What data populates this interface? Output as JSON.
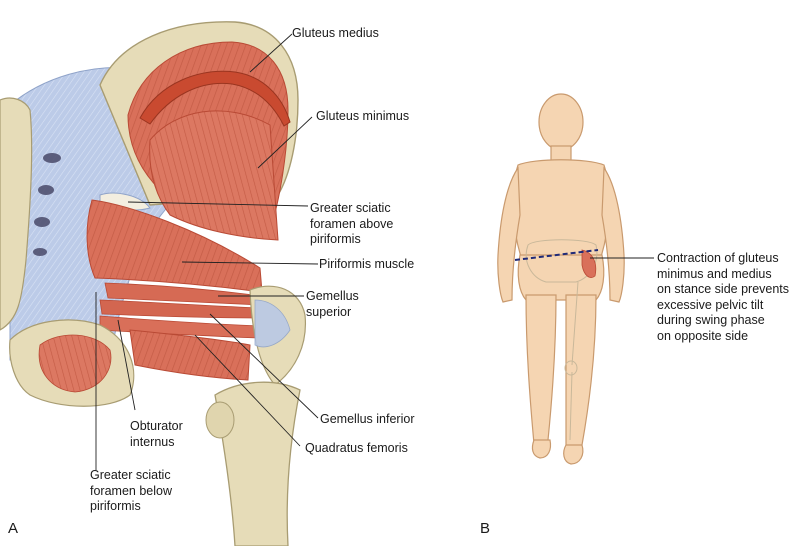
{
  "panels": {
    "a": {
      "letter": "A"
    },
    "b": {
      "letter": "B"
    }
  },
  "labels_a": {
    "gluteus_medius": "Gluteus medius",
    "gluteus_minimus": "Gluteus minimus",
    "foramen_above": [
      "Greater sciatic",
      "foramen above",
      "piriformis"
    ],
    "piriformis_muscle": "Piriformis muscle",
    "gemellus_superior": [
      "Gemellus",
      "superior"
    ],
    "obturator_internus": [
      "Obturator",
      "internus"
    ],
    "gemellus_inferior": "Gemellus inferior",
    "quadratus_femoris": "Quadratus femoris",
    "foramen_below": [
      "Greater sciatic",
      "foramen below",
      "piriformis"
    ]
  },
  "labels_b": {
    "contraction_note": [
      "Contraction of gluteus",
      "minimus and medius",
      "on stance side prevents",
      "excessive pelvic tilt",
      "during swing phase",
      "on opposite side"
    ]
  },
  "colors": {
    "muscle": "#d9705a",
    "muscle_dark": "#b94a35",
    "bone": "#e6dcb8",
    "bone_edge": "#a89c72",
    "ligament": "#b9c9e6",
    "skin": "#f5d5b2",
    "skin_edge": "#c99a6e",
    "tilt_line": "#1f2a78"
  }
}
